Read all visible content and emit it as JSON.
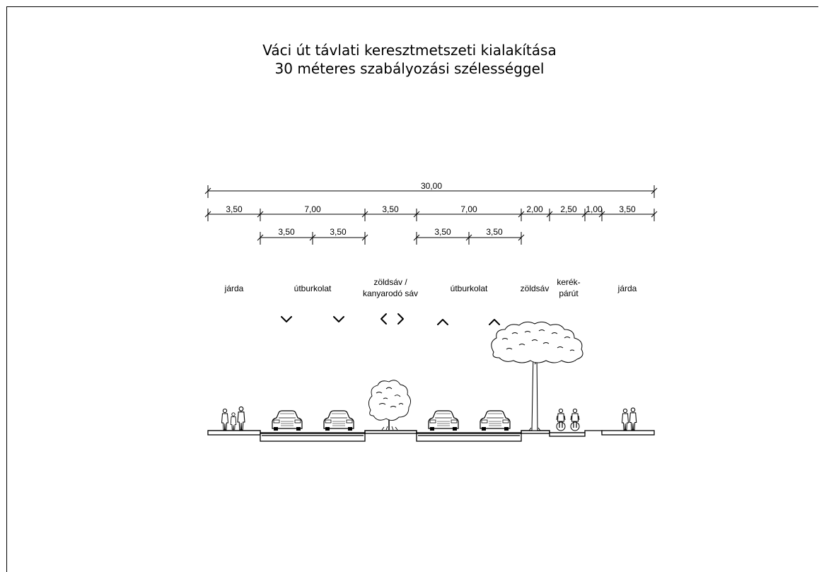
{
  "title": {
    "line1": "Váci út távlati keresztmetszeti kialakítása",
    "line2": "30 méteres szabályozási szélességgel"
  },
  "dimensions": {
    "total": "30,00",
    "segments": [
      "3,50",
      "7,00",
      "3,50",
      "7,00",
      "2,00",
      "2,50",
      "1,00",
      "3,50"
    ],
    "sub_left": [
      "3,50",
      "3,50"
    ],
    "sub_right": [
      "3,50",
      "3,50"
    ]
  },
  "zones": {
    "jarda_left": "járda",
    "utburkolat_left": "útburkolat",
    "zoldsav_kanyarodo_1": "zöldsáv /",
    "zoldsav_kanyarodo_2": "kanyarodó sáv",
    "utburkolat_right": "útburkolat",
    "zoldsav": "zöldsáv",
    "kerekparut_1": "kerék-",
    "kerekparut_2": "párút",
    "jarda_right": "járda"
  },
  "direction_icons": [
    "chevron-down-icon",
    "chevron-down-icon",
    "chevron-left-icon",
    "chevron-right-icon",
    "chevron-up-icon",
    "chevron-up-icon"
  ],
  "figures": [
    "pedestrians-icon",
    "car-icon",
    "car-icon",
    "bush-tree-icon",
    "car-icon",
    "car-icon",
    "tall-tree-icon",
    "cyclists-icon",
    "pedestrians-icon"
  ]
}
